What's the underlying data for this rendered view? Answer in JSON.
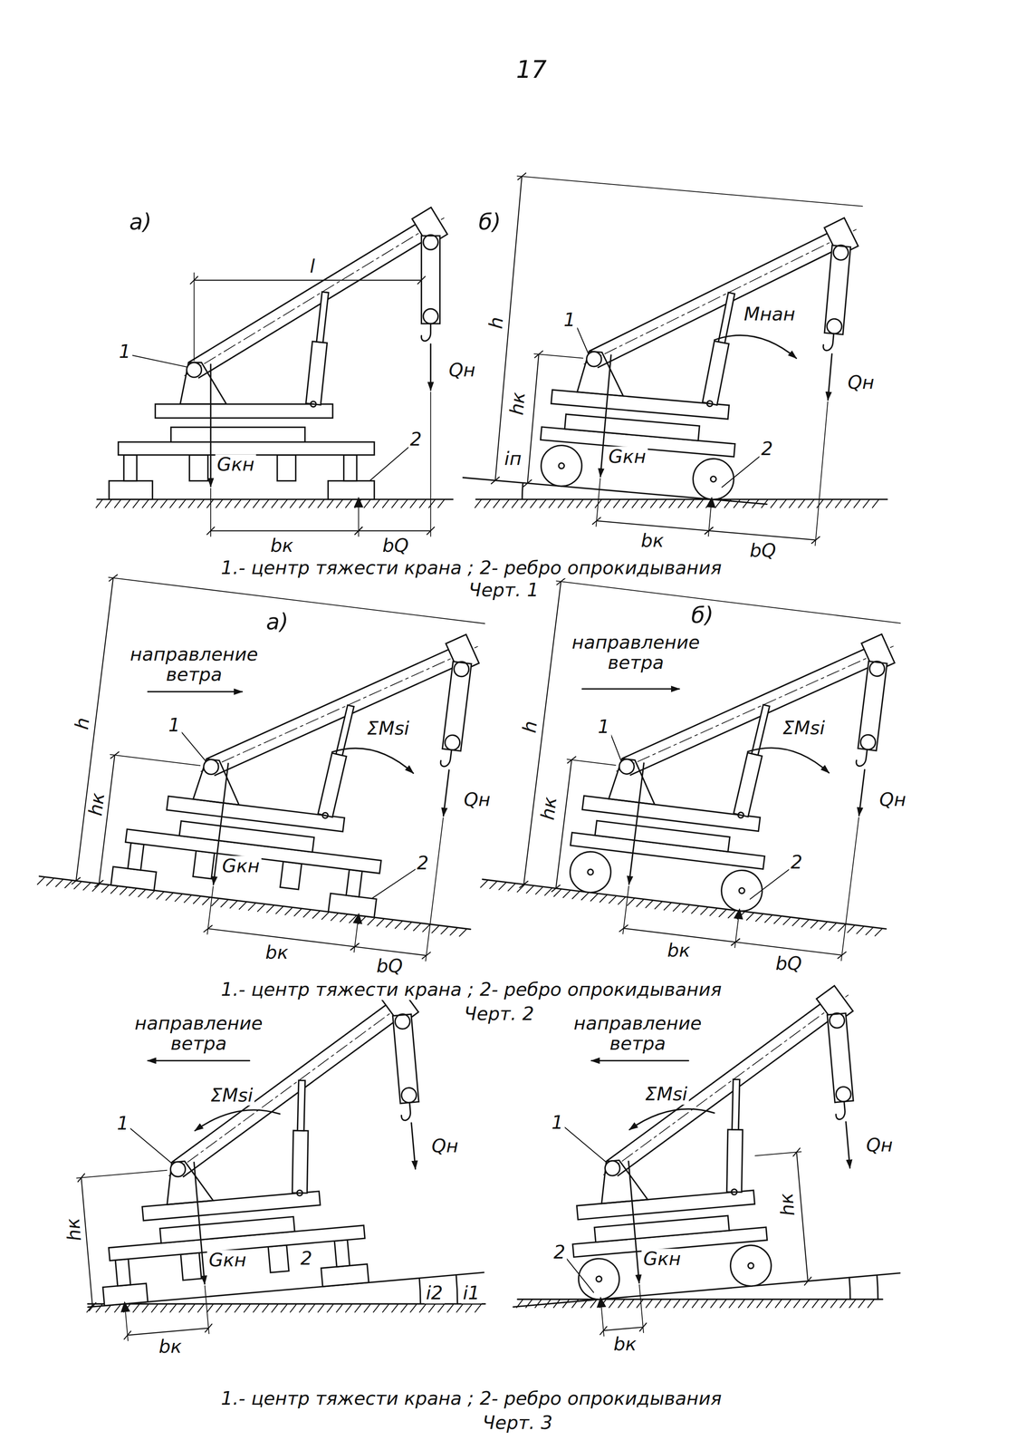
{
  "diagram": {
    "labels": [
      "17",
      "а)",
      "l",
      "1",
      "Qн",
      "Gкн",
      "2",
      "bк",
      "bQ",
      "б)",
      "h",
      "1",
      "Mнан",
      "Qн",
      "hк",
      "iп",
      "Gкн",
      "2",
      "bк",
      "bQ",
      "1.- центр тяжести крана ; 2- ребро опрокидывания",
      "Черт. 1",
      "а)",
      "h",
      "направление ветра",
      "1",
      "ΣMsi",
      "hк",
      "Qн",
      "Gкн",
      "2",
      "bк",
      "bQ",
      "б)",
      "h",
      "направление ветра",
      "1",
      "ΣMsi",
      "hк",
      "Qн",
      "2",
      "bк",
      "bQ",
      "1.- центр тяжести крана ; 2- ребро опрокидывания",
      "Черт. 2",
      "направление ветра",
      "1",
      "ΣMsi",
      "hк",
      "Qн",
      "Gкн",
      "2",
      "i2",
      "i1",
      "bк",
      "направление ветра",
      "1",
      "ΣMsi",
      "Qн",
      "hк",
      "2",
      "Gкн",
      "bк",
      "1.- центр тяжести крана ; 2- ребро опрокидывания",
      "Черт. 3"
    ]
  }
}
